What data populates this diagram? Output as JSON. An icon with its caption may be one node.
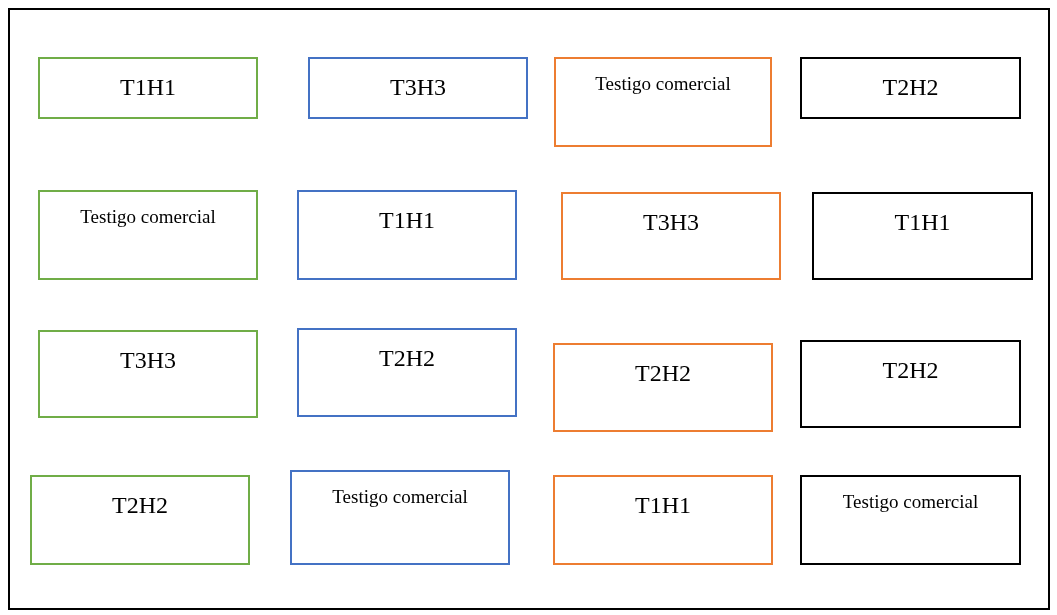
{
  "diagram": {
    "nodes": [
      {
        "text": [
          "T1H1"
        ]
      },
      {
        "text": [
          "T3H3"
        ]
      },
      {
        "text": [
          "Testigo comercial"
        ]
      },
      {
        "text": [
          "T2H2"
        ]
      },
      {
        "text": [
          "Testigo comercial"
        ]
      },
      {
        "text": [
          "T1H1"
        ]
      },
      {
        "text": [
          "T3H3"
        ]
      },
      {
        "text": [
          "T1H1"
        ]
      },
      {
        "text": [
          "T3H3"
        ]
      },
      {
        "text": [
          "T2H2"
        ]
      },
      {
        "text": [
          "T2H2"
        ]
      },
      {
        "text": [
          "T2H2"
        ]
      },
      {
        "text": [
          "T2H2"
        ]
      },
      {
        "text": [
          "Testigo comercial"
        ]
      },
      {
        "text": [
          "T1H1"
        ]
      },
      {
        "text": [
          "Testigo comercial"
        ]
      }
    ]
  }
}
